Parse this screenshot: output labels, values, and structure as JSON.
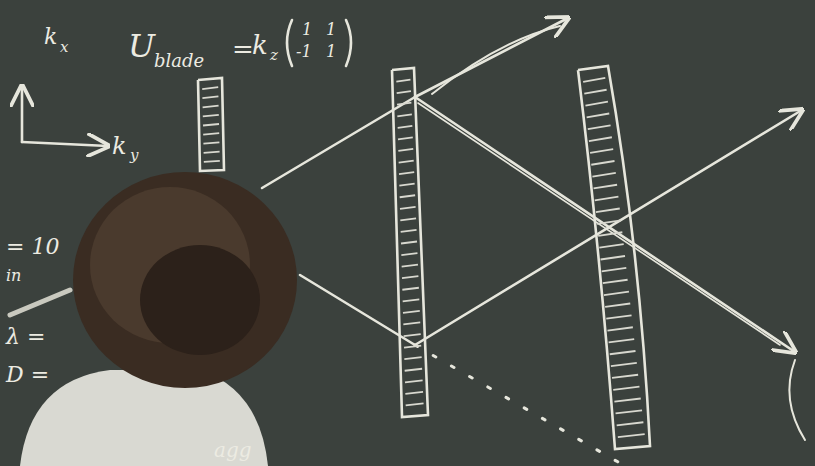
{
  "diagram": {
    "labels": [
      "U",
      "blade",
      "=",
      "k",
      "z",
      "1",
      "1",
      "-1",
      "1",
      "k",
      "x",
      "k",
      "y",
      "= 10",
      "in",
      "λ =",
      "D =",
      "agg"
    ]
  }
}
